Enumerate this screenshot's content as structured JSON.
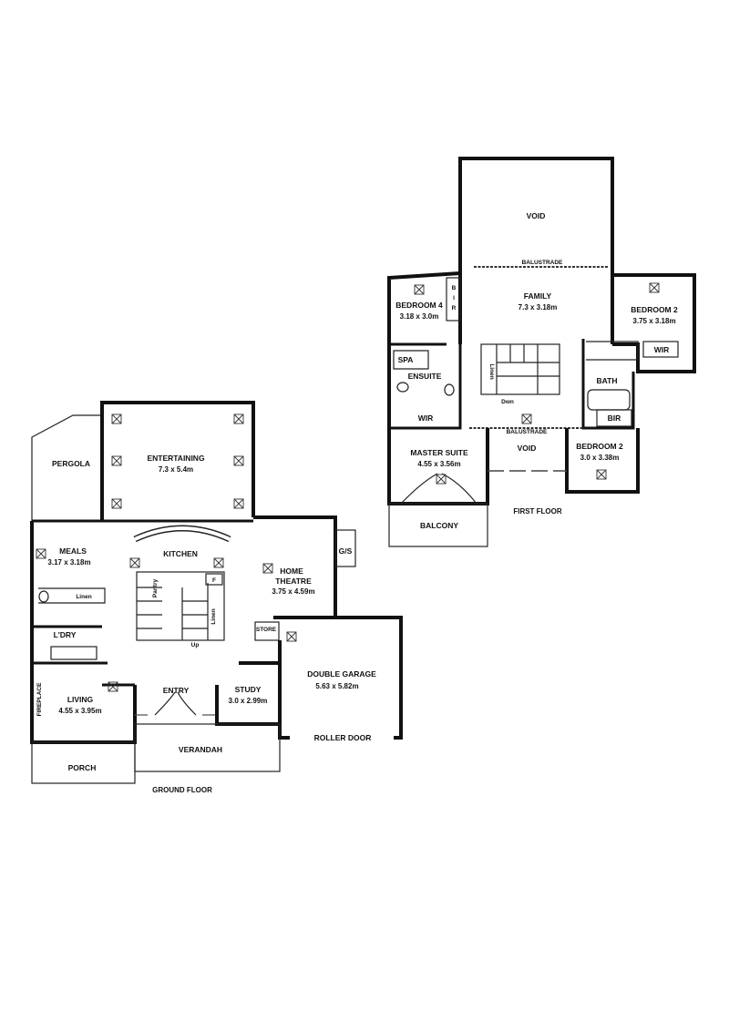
{
  "ground_floor": {
    "title": "GROUND FLOOR",
    "rooms": {
      "pergola": {
        "name": "PERGOLA"
      },
      "entertaining": {
        "name": "ENTERTAINING",
        "size": "7.3 x 5.4m"
      },
      "kitchen": {
        "name": "KITCHEN"
      },
      "meals": {
        "name": "MEALS",
        "size": "3.17 x 3.18m"
      },
      "linen": {
        "name": "Linen"
      },
      "laundry": {
        "name": "L'DRY"
      },
      "pantry": {
        "name": "Pantry"
      },
      "fridge": {
        "name": "F"
      },
      "linen2": {
        "name": "Linen"
      },
      "stairs_up": {
        "name": "Up"
      },
      "home_theatre": {
        "name_line1": "HOME",
        "name_line2": "THEATRE",
        "size": "3.75 x 4.59m"
      },
      "gs": {
        "name": "G/S"
      },
      "store": {
        "name": "STORE"
      },
      "double_garage": {
        "name": "DOUBLE GARAGE",
        "size": "5.63 x 5.82m"
      },
      "roller_door": {
        "name": "ROLLER DOOR"
      },
      "living": {
        "name": "LIVING",
        "size": "4.55 x 3.95m"
      },
      "fireplace": {
        "name": "FIREPLACE"
      },
      "entry": {
        "name": "ENTRY"
      },
      "study": {
        "name": "STUDY",
        "size": "3.0 x 2.99m"
      },
      "verandah": {
        "name": "VERANDAH"
      },
      "porch": {
        "name": "PORCH"
      }
    }
  },
  "first_floor": {
    "title": "FIRST FLOOR",
    "rooms": {
      "void_top": {
        "name": "VOID"
      },
      "balustrade_top": {
        "name": "BALUSTRADE"
      },
      "family": {
        "name": "FAMILY",
        "size": "7.3 x 3.18m"
      },
      "bedroom4": {
        "name": "BEDROOM 4",
        "size": "3.18 x 3.0m"
      },
      "bir_left": {
        "name_line1": "B",
        "name_line2": "I",
        "name_line3": "R"
      },
      "bedroom2_top": {
        "name": "BEDROOM 2",
        "size": "3.75 x 3.18m"
      },
      "wir_right": {
        "name": "WIR"
      },
      "spa": {
        "name": "SPA"
      },
      "ensuite": {
        "name": "ENSUITE"
      },
      "linen": {
        "name": "Linen"
      },
      "stairs_down": {
        "name": "Dwn"
      },
      "bath": {
        "name": "BATH"
      },
      "bir_right": {
        "name": "BIR"
      },
      "wir_left": {
        "name": "WIR"
      },
      "balustrade_mid": {
        "name": "BALUSTRADE"
      },
      "master_suite": {
        "name": "MASTER SUITE",
        "size": "4.55 x 3.56m"
      },
      "void_mid": {
        "name": "VOID"
      },
      "bedroom2_bottom": {
        "name": "BEDROOM 2",
        "size": "3.0 x 3.38m"
      },
      "balcony": {
        "name": "BALCONY"
      }
    }
  }
}
